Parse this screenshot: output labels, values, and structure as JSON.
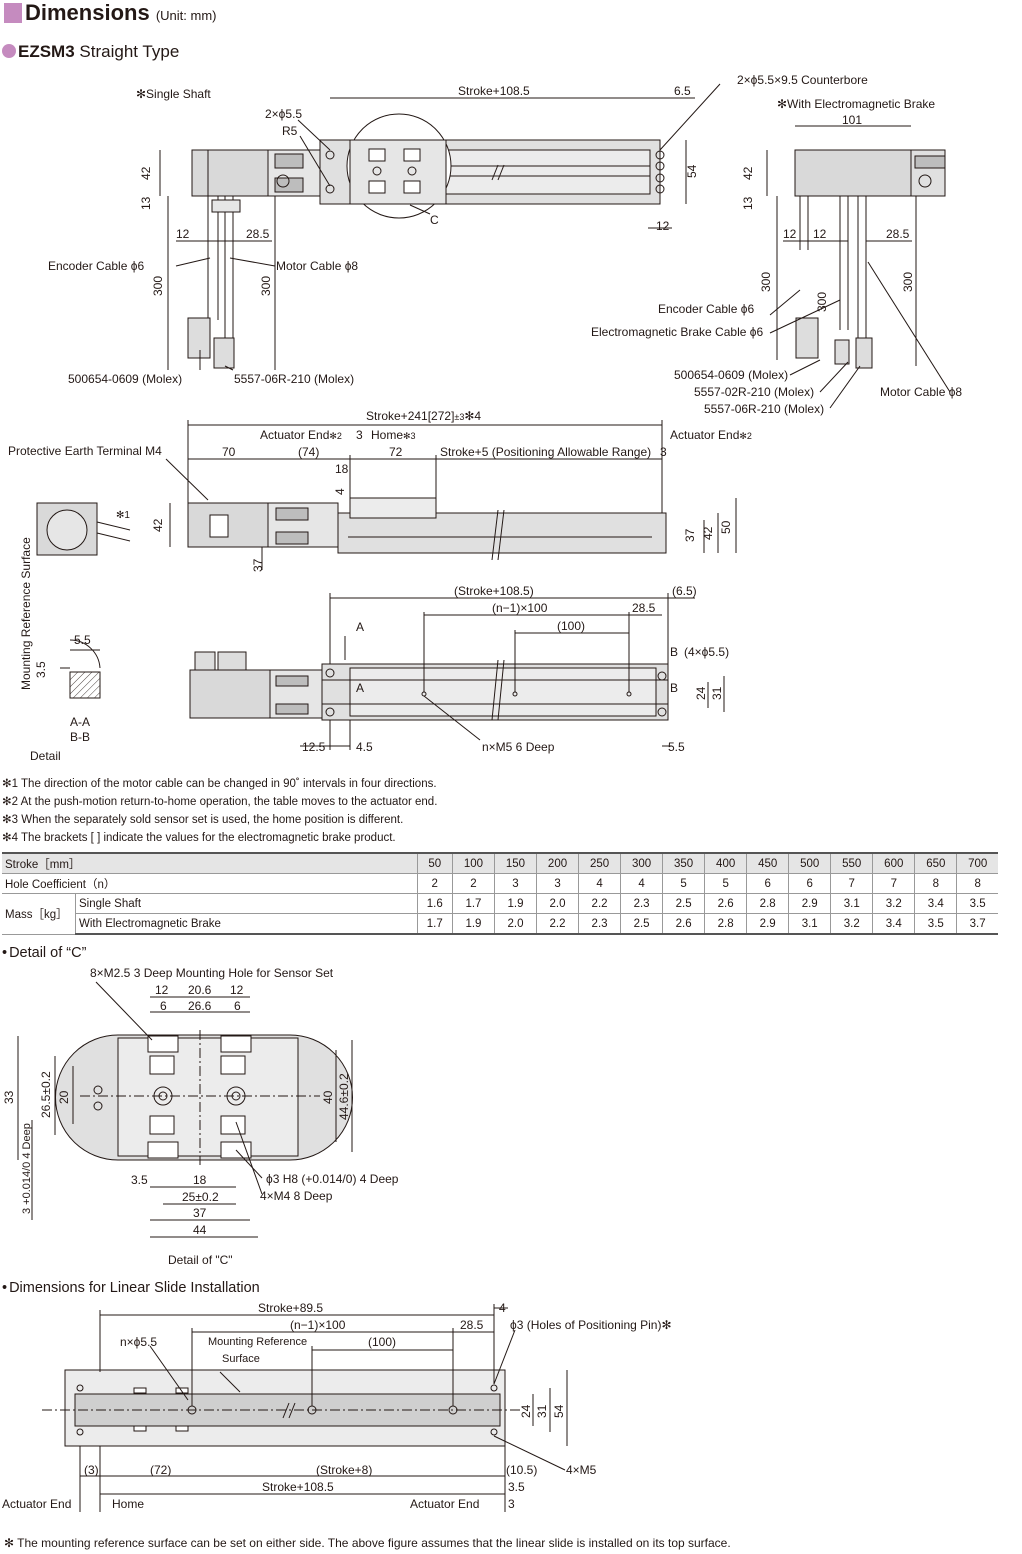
{
  "header": {
    "title": "Dimensions",
    "unit": "(Unit: mm)"
  },
  "product": {
    "model": "EZSM3",
    "type": "Straight Type"
  },
  "top_view": {
    "single_shaft": "✻Single Shaft",
    "with_brake": "✻With Electromagnetic Brake",
    "stroke_108": "Stroke+108.5",
    "d65": "6.5",
    "holes_55": "2×ϕ5.5",
    "r5": "R5",
    "counterbore": "2×ϕ5.5×9.5 Counterbore",
    "d101": "101",
    "d42": "42",
    "d13": "13",
    "d54": "54",
    "d12": "12",
    "d285": "28.5",
    "c_label": "C",
    "encoder_cable": "Encoder Cable ϕ6",
    "motor_cable": "Motor Cable ϕ8",
    "brake_cable": "Electromagnetic Brake Cable ϕ6",
    "d300": "300",
    "molex_0609": "500654-0609 (Molex)",
    "molex_06r": "5557-06R-210 (Molex)",
    "molex_02r": "5557-02R-210 (Molex)"
  },
  "side_view": {
    "overall": "Stroke+241[272]",
    "tol": "±3",
    "note4": "✻4",
    "actuator_end": "Actuator End",
    "note2": "✻2",
    "home": "Home",
    "note3": "✻3",
    "pe_terminal": "Protective Earth Terminal M4",
    "d70": "70",
    "d74": "(74)",
    "d3": "3",
    "d72": "72",
    "d18": "18",
    "d4": "4",
    "stroke5": "Stroke+5 (Positioning Allowable Range)",
    "d37": "37",
    "d42": "42",
    "d50": "50",
    "note1": "✻1"
  },
  "bottom_view": {
    "mount_ref": "Mounting Reference Surface",
    "d55": "5.5",
    "d35": "3.5",
    "aa": "A-A",
    "bb": "B-B",
    "detail": "Detail",
    "stroke108": "(Stroke+108.5)",
    "d65p": "(6.5)",
    "n100": "(n−1)×100",
    "d285": "28.5",
    "p100": "(100)",
    "a": "A",
    "b": "B",
    "holes": "(4×ϕ5.5)",
    "d24": "24",
    "d31": "31",
    "d125": "12.5",
    "d45": "4.5",
    "nm5": "n×M5 6 Deep",
    "d55b": "5.5"
  },
  "notes": [
    "✻1 The direction of the motor cable can be changed in 90˚ intervals in four directions.",
    "✻2 At the push-motion return-to-home operation, the table moves to the actuator end.",
    "✻3 When the separately sold sensor set is used, the home position is different.",
    "✻4 The brackets [ ] indicate the values for the electromagnetic brake product."
  ],
  "spec_table": {
    "stroke_label": "Stroke［mm］",
    "strokes": [
      "50",
      "100",
      "150",
      "200",
      "250",
      "300",
      "350",
      "400",
      "450",
      "500",
      "550",
      "600",
      "650",
      "700"
    ],
    "hole_label": "Hole Coefficient（n）",
    "holes": [
      "2",
      "2",
      "3",
      "3",
      "4",
      "4",
      "5",
      "5",
      "6",
      "6",
      "7",
      "7",
      "8",
      "8"
    ],
    "mass_label": "Mass［kg］",
    "single_label": "Single Shaft",
    "single": [
      "1.6",
      "1.7",
      "1.9",
      "2.0",
      "2.2",
      "2.3",
      "2.5",
      "2.6",
      "2.8",
      "2.9",
      "3.1",
      "3.2",
      "3.4",
      "3.5"
    ],
    "brake_label": "With Electromagnetic Brake",
    "brake": [
      "1.7",
      "1.9",
      "2.0",
      "2.2",
      "2.3",
      "2.5",
      "2.6",
      "2.8",
      "2.9",
      "3.1",
      "3.2",
      "3.4",
      "3.5",
      "3.7"
    ]
  },
  "detail_c": {
    "title": "Detail of “C”",
    "mount_hole": "8×M2.5 3 Deep Mounting Hole for Sensor Set",
    "d12": "12",
    "d206": "20.6",
    "d6": "6",
    "d266": "26.6",
    "d33": "33",
    "d265": "26.5±0.2",
    "d20": "20",
    "d40": "40",
    "d446": "44.6±0.2",
    "d35": "3.5",
    "d18": "18",
    "d25": "25±0.2",
    "d37": "37",
    "d44": "44",
    "phi3": "ϕ3 H8 (+0.014/0) 4 Deep",
    "m4": "4×M4 8 Deep",
    "deep3": "3 +0.014/0 4 Deep",
    "caption": "Detail of \"C\""
  },
  "linear_slide": {
    "title": "Dimensions for Linear Slide Installation",
    "stroke895": "Stroke+89.5",
    "d4": "4",
    "n100": "(n−1)×100",
    "d285": "28.5",
    "pin": "ϕ3 (Holes of Positioning Pin)✻",
    "n55": "n×ϕ5.5",
    "p100": "(100)",
    "mount_ref": "Mounting Reference",
    "surface": "Surface",
    "d24": "24",
    "d31": "31",
    "d54": "54",
    "d3p": "(3)",
    "d72p": "(72)",
    "stroke8": "(Stroke+8)",
    "d105": "(10.5)",
    "m5": "4×M5",
    "stroke1085": "Stroke+108.5",
    "d35": "3.5",
    "d3": "3",
    "act_end": "Actuator End",
    "home": "Home"
  },
  "footnote": "✻ The mounting reference surface can be set on either side. The above figure assumes that the linear slide is installed on its top surface."
}
